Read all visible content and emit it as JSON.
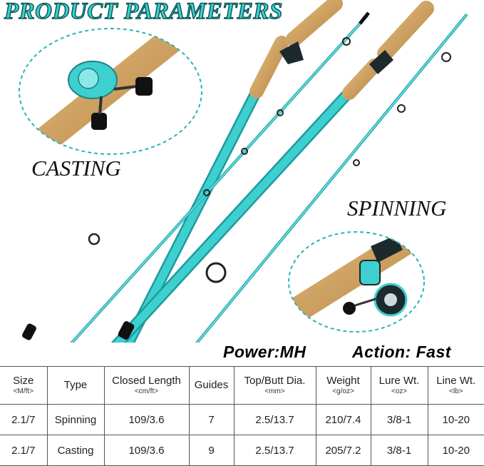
{
  "title": "PRODUCT PARAMETERS",
  "labels": {
    "casting": "CASTING",
    "spinning": "SPINNING"
  },
  "specs": {
    "power": "Power:MH",
    "action": "Action: Fast"
  },
  "table": {
    "columns": [
      {
        "name": "Size",
        "unit": "<M/ft>"
      },
      {
        "name": "Type",
        "unit": ""
      },
      {
        "name": "Closed Length",
        "unit": "<cm/ft>"
      },
      {
        "name": "Guides",
        "unit": ""
      },
      {
        "name": "Top/Butt Dia.",
        "unit": "<mm>"
      },
      {
        "name": "Weight",
        "unit": "<g/oz>"
      },
      {
        "name": "Lure Wt.",
        "unit": "<oz>"
      },
      {
        "name": "Line Wt.",
        "unit": "<lb>"
      }
    ],
    "rows": [
      [
        "2.1/7",
        "Spinning",
        "109/3.6",
        "7",
        "2.5/13.7",
        "210/7.4",
        "3/8-1",
        "10-20"
      ],
      [
        "2.1/7",
        "Casting",
        "109/3.6",
        "9",
        "2.5/13.7",
        "205/7.2",
        "3/8-1",
        "10-20"
      ]
    ]
  },
  "colors": {
    "rod": "#3ecfcf",
    "rod_dark": "#1d9aa0",
    "cork": "#c79a5c",
    "title_fill": "#3ecfcf",
    "callout_border": "#2bb5b5"
  }
}
